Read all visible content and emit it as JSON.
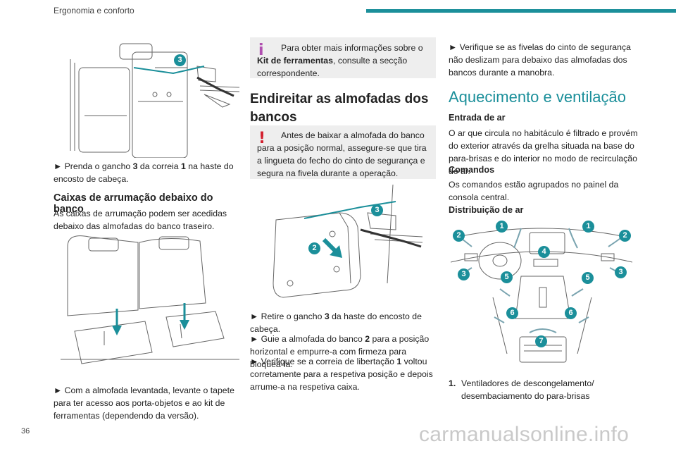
{
  "header": {
    "title": "Ergonomia e conforto",
    "page_number": "36"
  },
  "watermark": "carmanualsonline.info",
  "col1": {
    "fig1_callout": "3",
    "p1_pre": "► Prenda o gancho ",
    "p1_b1": "3",
    "p1_mid": " da correia ",
    "p1_b2": "1",
    "p1_post": " na haste do encosto de cabeça.",
    "heading": "Caixas de arrumação debaixo do banco",
    "p2": "As caixas de arrumação podem ser acedidas debaixo das almofadas do banco traseiro.",
    "p3": "► Com a almofada levantada, levante o tapete para ter acesso aos porta-objetos e ao kit de ferramentas (dependendo da versão)."
  },
  "col2": {
    "info_icon": "i",
    "info_pre": "Para obter mais informações sobre o ",
    "info_bold": "Kit de ferramentas",
    "info_post": ", consulte a secção correspondente.",
    "heading": "Endireitar as almofadas dos bancos",
    "warn_icon": "!",
    "warn_text": "Antes de baixar a almofada do banco para a posição normal, assegure-se que tira a lingueta do fecho do cinto de segurança e segura na fivela durante a operação.",
    "fig_callouts": [
      "3",
      "2"
    ],
    "s1_pre": "► Retire o gancho ",
    "s1_b": "3",
    "s1_post": " da haste do encosto de cabeça.",
    "s2_pre": "► Guie a almofada do banco ",
    "s2_b": "2",
    "s2_post": " para a posição horizontal e empurre-a com firmeza para bloqueá-la.",
    "s3_pre": "► Verifique se a correia de libertação ",
    "s3_b": "1",
    "s3_post": " voltou corretamente para a respetiva posição e depois arrume-a na respetiva caixa."
  },
  "col3": {
    "p0": "► Verifique se as fivelas do cinto de segurança não deslizam para debaixo das almofadas dos bancos durante a manobra.",
    "heading": "Aquecimento e ventilação",
    "sub1": "Entrada de ar",
    "p1": "O ar que circula no habitáculo é filtrado e provém do exterior através da grelha situada na base do para-brisas e do interior no modo de recirculação de ar.",
    "sub2": "Comandos",
    "p2": "Os comandos estão agrupados no painel da consola central.",
    "sub3": "Distribuição de ar",
    "fig_callouts": [
      "1",
      "1",
      "2",
      "2",
      "3",
      "3",
      "4",
      "5",
      "5",
      "6",
      "6",
      "7"
    ],
    "list_num": "1.",
    "list_text": "Ventiladores de descongelamento/ desembaciamento do para-brisas"
  },
  "colors": {
    "accent": "#1b8f9a",
    "box_bg": "#eeeeee",
    "warn": "#d3202e",
    "info": "#b04fb0"
  }
}
